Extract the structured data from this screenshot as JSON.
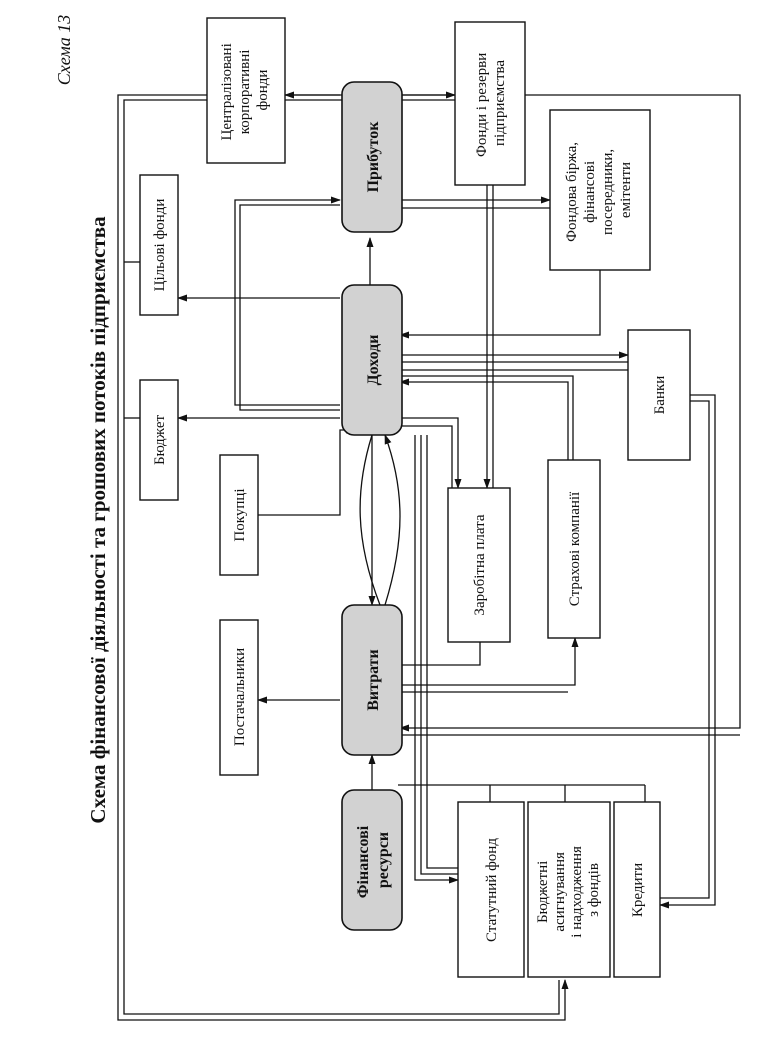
{
  "figure_label": "Схема 13",
  "title": "Схема фінансової діяльності та грошових потоків підприємства",
  "nodes": {
    "financial_resources": [
      "Фінансові",
      "ресурси"
    ],
    "expenses": [
      "Витрати"
    ],
    "income": [
      "Доходи"
    ],
    "profit": [
      "Прибуток"
    ],
    "suppliers": [
      "Постачальники"
    ],
    "buyers": [
      "Покупці"
    ],
    "budget": [
      "Бюджет"
    ],
    "target_funds": [
      "Цільові фонди"
    ],
    "centralized_funds": [
      "Централізовані",
      "корпоративні",
      "фонди"
    ],
    "enterprise_funds": [
      "Фонди і резерви",
      "підприємства"
    ],
    "stock_exchange": [
      "Фондова біржа,",
      "фінансові",
      "посередники,",
      "емітенти"
    ],
    "wages": [
      "Заробітна плата"
    ],
    "insurance": [
      "Страхові компанії"
    ],
    "banks": [
      "Банки"
    ],
    "charter_fund": [
      "Статутний фонд"
    ],
    "budget_allocations": [
      "Бюджетні",
      "асигнування",
      "і надходження",
      "з фондів"
    ],
    "credits": [
      "Кредити"
    ]
  }
}
